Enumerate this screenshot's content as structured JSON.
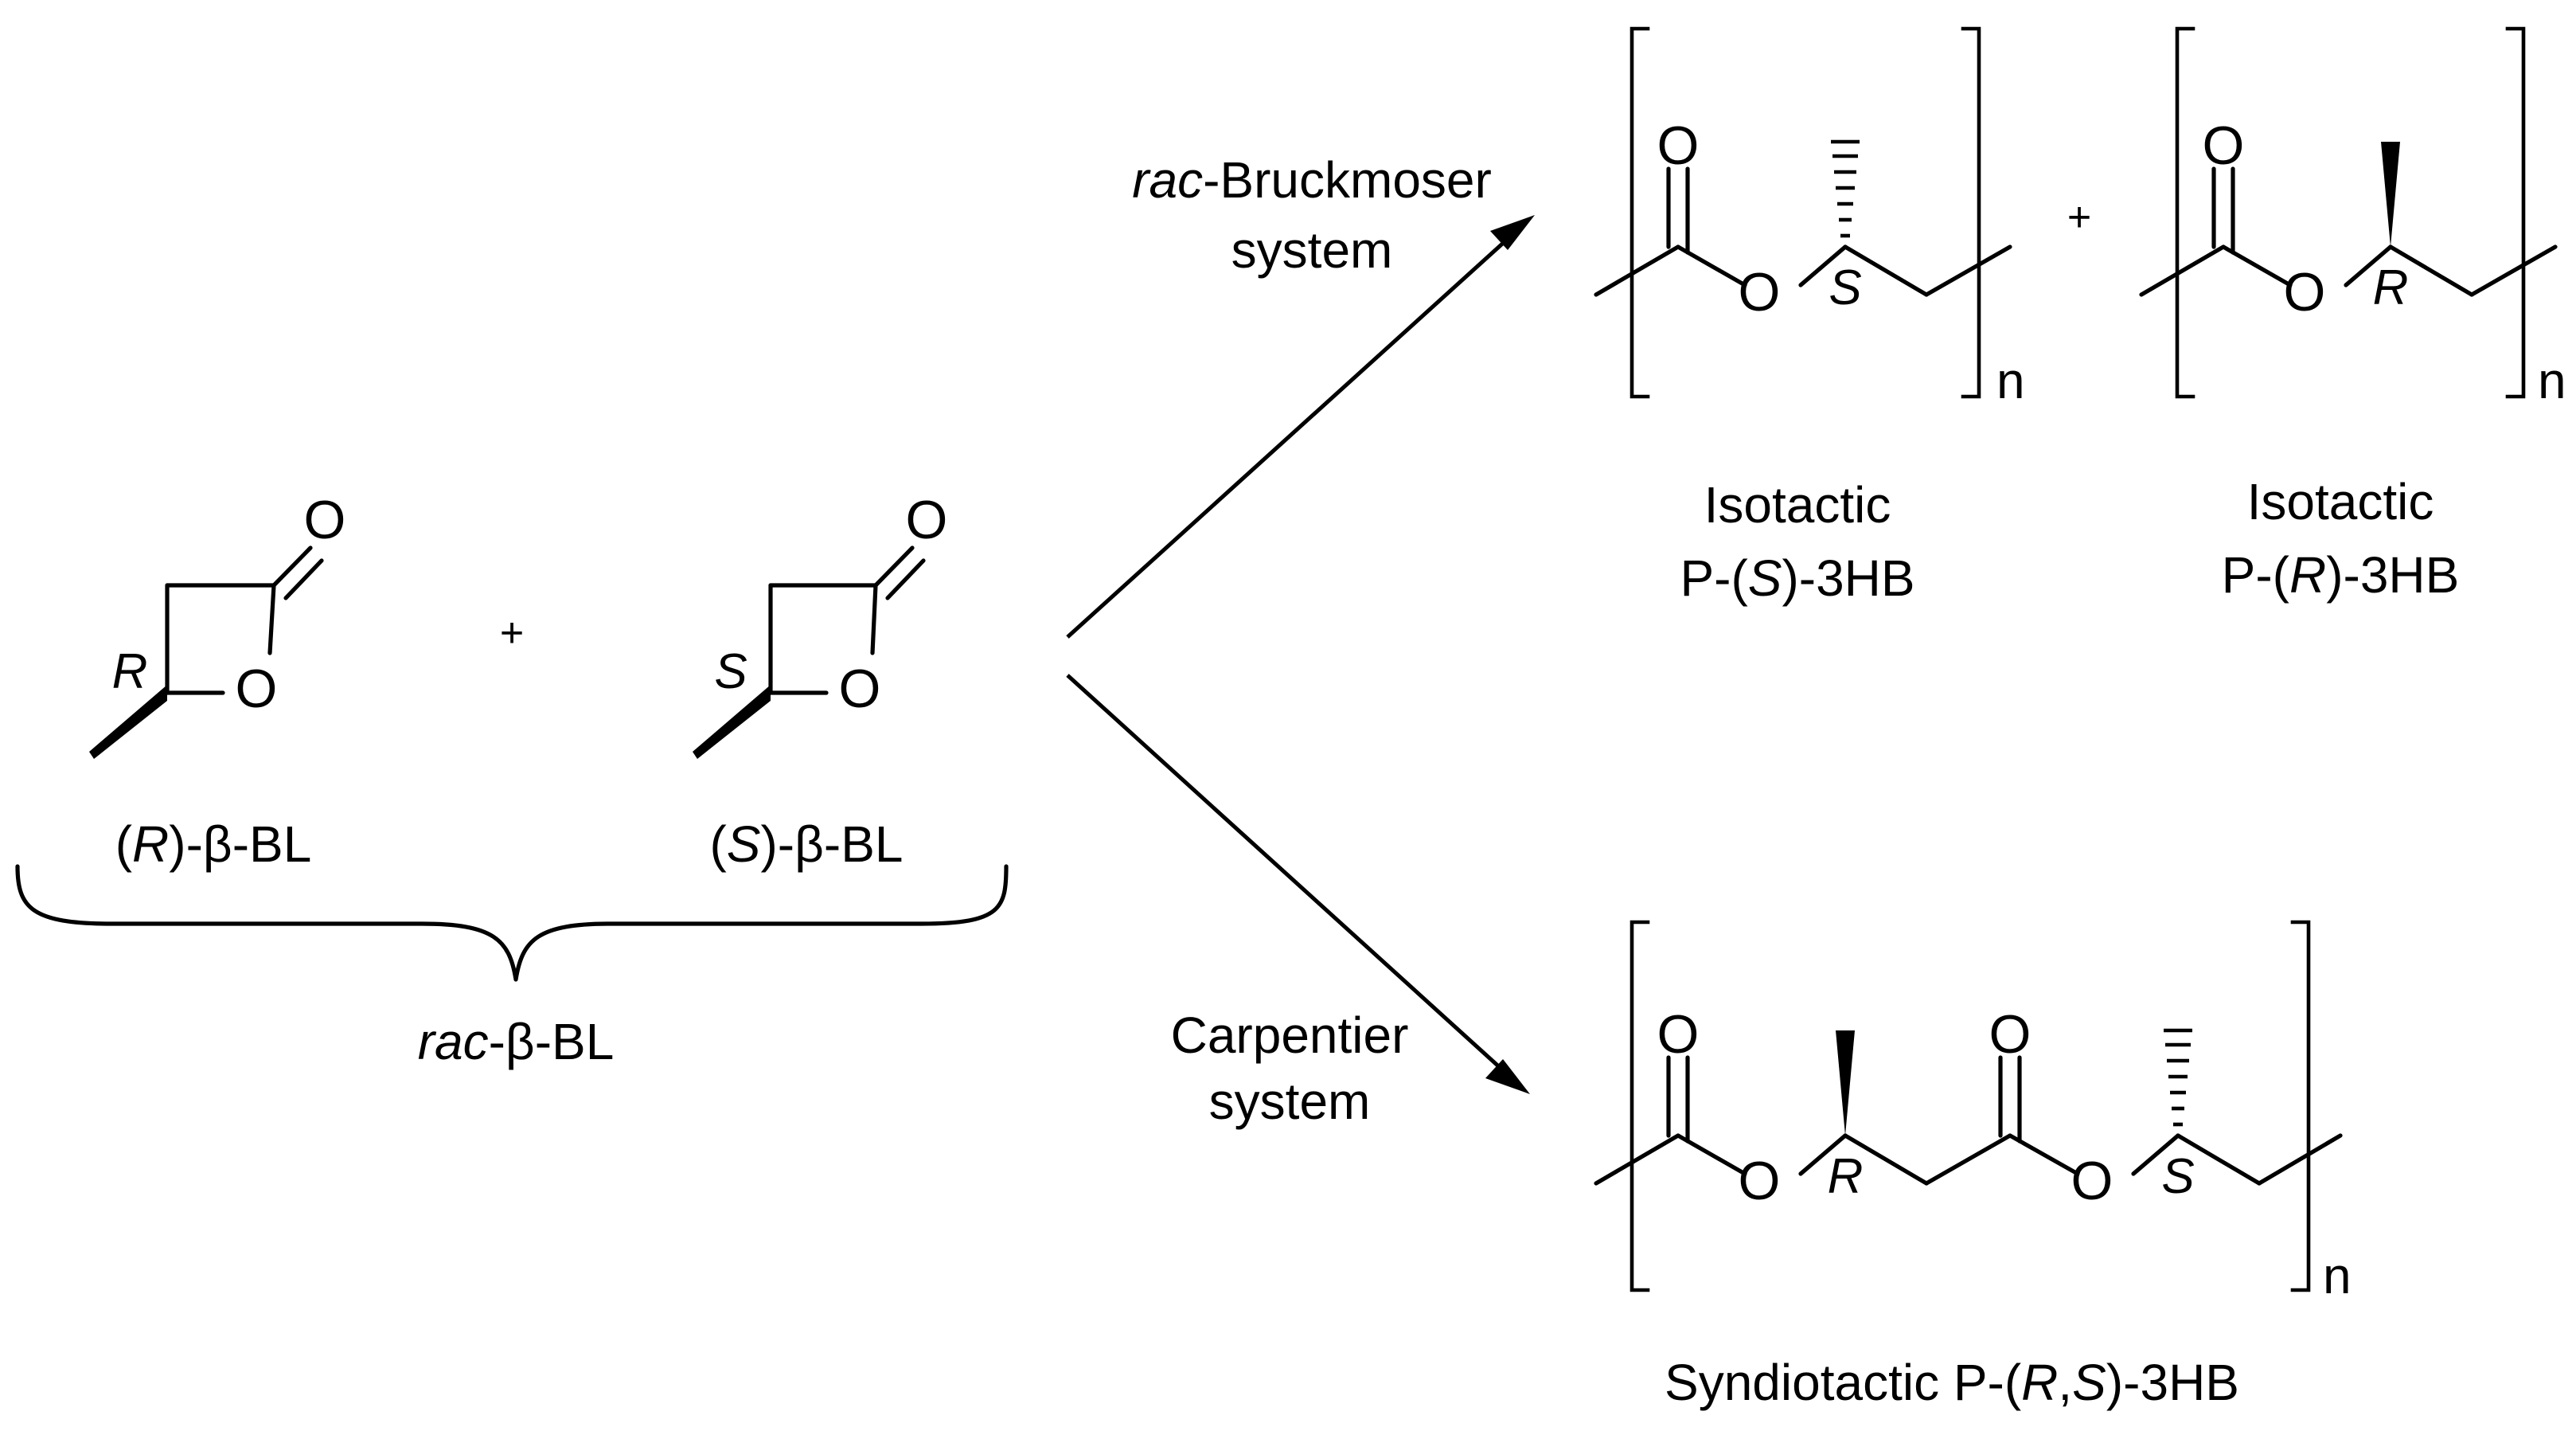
{
  "monomers": {
    "r": {
      "stereo_label": "R",
      "ring_oxygen": "O",
      "carbonyl_oxygen": "O",
      "name_open": "(",
      "name_stereo": "R",
      "name_rest": ")-β-BL"
    },
    "plus": "+",
    "s": {
      "stereo_label": "S",
      "ring_oxygen": "O",
      "carbonyl_oxygen": "O",
      "name_open": "(",
      "name_stereo": "S",
      "name_rest": ")-β-BL"
    },
    "racemate_prefix": "rac",
    "racemate_rest": "-β-BL"
  },
  "routes": {
    "top": {
      "line1_prefix": "rac",
      "line1_rest": "-Bruckmoser",
      "line2": "system"
    },
    "bottom": {
      "line1": "Carpentier",
      "line2": "system"
    }
  },
  "products": {
    "iso_s": {
      "carbonyl_oxygen": "O",
      "ester_oxygen": "O",
      "stereo_label": "S",
      "repeat": "n",
      "caption_line1": "Isotactic",
      "caption_open": "P-(",
      "caption_stereo": "S",
      "caption_rest": ")-3HB"
    },
    "plus": "+",
    "iso_r": {
      "carbonyl_oxygen": "O",
      "ester_oxygen": "O",
      "stereo_label": "R",
      "repeat": "n",
      "caption_line1": "Isotactic",
      "caption_open": "P-(",
      "caption_stereo": "R",
      "caption_rest": ")-3HB"
    },
    "syndio": {
      "carbonyl_oxygen_1": "O",
      "ester_oxygen_1": "O",
      "stereo_label_1": "R",
      "carbonyl_oxygen_2": "O",
      "ester_oxygen_2": "O",
      "stereo_label_2": "S",
      "repeat": "n",
      "caption_open": "Syndiotactic P-(",
      "caption_stereo_r": "R",
      "caption_comma": ",",
      "caption_stereo_s": "S",
      "caption_rest": ")-3HB"
    }
  }
}
